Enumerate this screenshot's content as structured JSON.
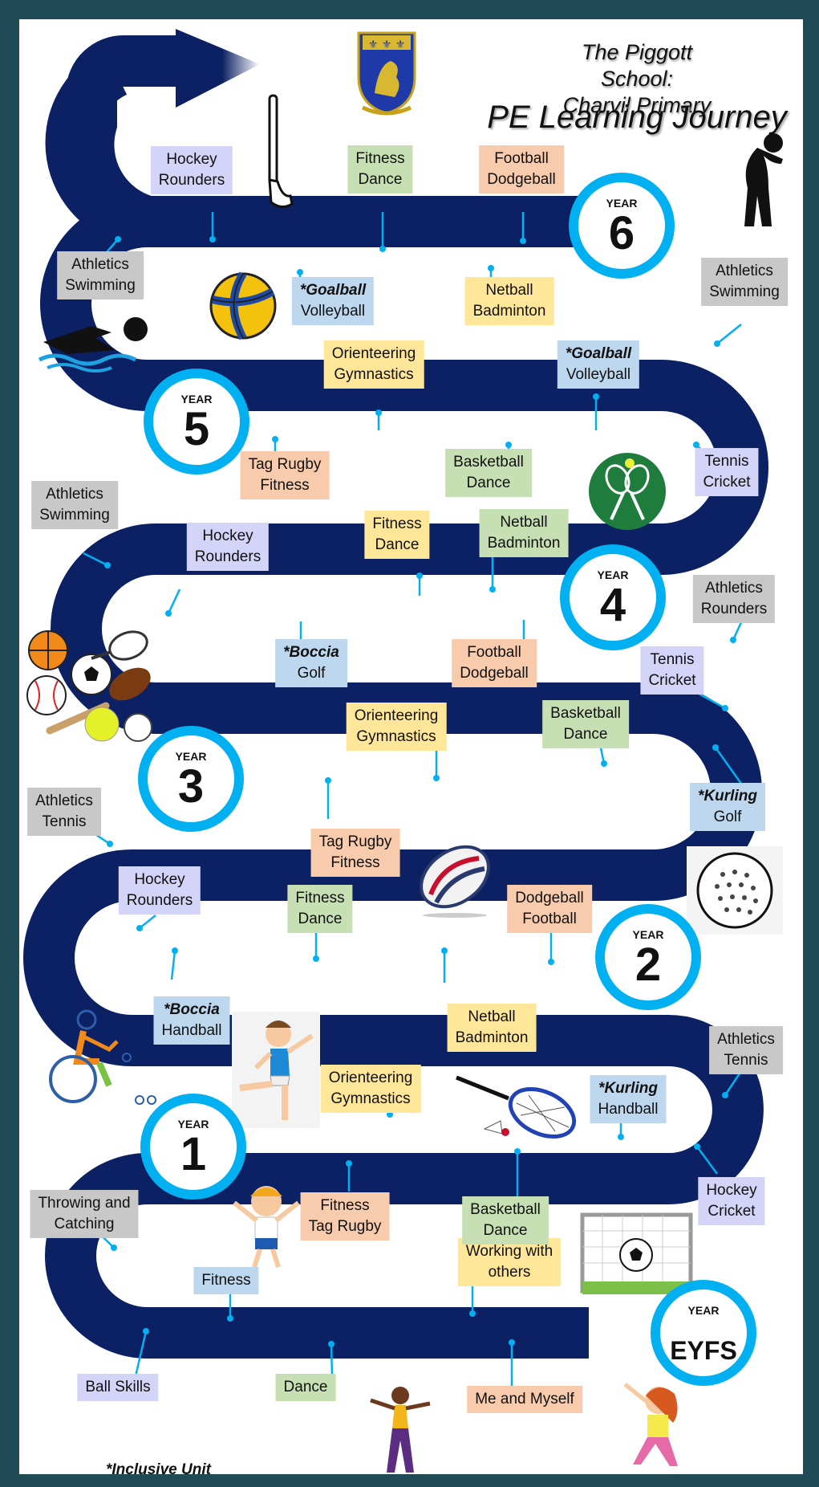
{
  "title": {
    "line1": "The Piggott School:",
    "line2": "Charvil Primary",
    "main": "PE Learning Journey"
  },
  "footnote": "*Inclusive Unit",
  "colors": {
    "road": "#0c2163",
    "badge_ring": "#00b0f0",
    "connector": "#00b0f0",
    "frame": "#1f4b57"
  },
  "badges": {
    "eyfs": {
      "label": "YEAR",
      "value": "EYFS"
    },
    "y1": {
      "label": "YEAR",
      "value": "1"
    },
    "y2": {
      "label": "YEAR",
      "value": "2"
    },
    "y3": {
      "label": "YEAR",
      "value": "3"
    },
    "y4": {
      "label": "YEAR",
      "value": "4"
    },
    "y5": {
      "label": "YEAR",
      "value": "5"
    },
    "y6": {
      "label": "YEAR",
      "value": "6"
    }
  },
  "units": {
    "eyfs": [
      {
        "l1": "Ball Skills",
        "l2": ""
      },
      {
        "l1": "Dance",
        "l2": ""
      },
      {
        "l1": "Me and Myself",
        "l2": ""
      },
      {
        "l1": "Working with",
        "l2": "others"
      },
      {
        "l1": "Basketball",
        "l2": "Dance"
      },
      {
        "l1": "Fitness",
        "l2": "Tag Rugby"
      },
      {
        "l1": "Fitness",
        "l2": ""
      },
      {
        "l1": "Throwing and",
        "l2": "Catching"
      }
    ],
    "y1": [
      {
        "l1": "Orienteering",
        "l2": "Gymnastics"
      },
      {
        "l1": "Netball",
        "l2": "Badminton"
      },
      {
        "l1": "*Kurling",
        "l2": "Handball"
      },
      {
        "l1": "Hockey",
        "l2": "Cricket"
      },
      {
        "l1": "Athletics",
        "l2": "Tennis"
      },
      {
        "l1": "*Boccia",
        "l2": "Handball"
      }
    ],
    "y2": [
      {
        "l1": "Dodgeball",
        "l2": "Football"
      },
      {
        "l1": "Fitness",
        "l2": "Dance"
      },
      {
        "l1": "Tag Rugby",
        "l2": "Fitness"
      },
      {
        "l1": "Hockey",
        "l2": "Rounders"
      },
      {
        "l1": "Athletics",
        "l2": "Tennis"
      },
      {
        "l1": "*Kurling",
        "l2": "Golf"
      }
    ],
    "y3": [
      {
        "l1": "Orienteering",
        "l2": "Gymnastics"
      },
      {
        "l1": "Basketball",
        "l2": "Dance"
      },
      {
        "l1": "Tennis",
        "l2": "Cricket"
      },
      {
        "l1": "Athletics",
        "l2": "Rounders"
      },
      {
        "l1": "Football",
        "l2": "Dodgeball"
      },
      {
        "l1": "*Boccia",
        "l2": "Golf"
      }
    ],
    "y4": [
      {
        "l1": "Netball",
        "l2": "Badminton"
      },
      {
        "l1": "Fitness",
        "l2": "Dance"
      },
      {
        "l1": "Hockey",
        "l2": "Rounders"
      },
      {
        "l1": "Athletics",
        "l2": "Swimming"
      },
      {
        "l1": "Tag Rugby",
        "l2": "Fitness"
      },
      {
        "l1": "Basketball",
        "l2": "Dance"
      },
      {
        "l1": "Tennis",
        "l2": "Cricket"
      }
    ],
    "y5": [
      {
        "l1": "Orienteering",
        "l2": "Gymnastics"
      },
      {
        "l1": "*Goalball",
        "l2": "Volleyball"
      },
      {
        "l1": "Athletics",
        "l2": "Swimming"
      },
      {
        "l1": "Netball",
        "l2": "Badminton"
      },
      {
        "l1": "*Goalball",
        "l2": "Volleyball"
      }
    ],
    "y6": [
      {
        "l1": "Football",
        "l2": "Dodgeball"
      },
      {
        "l1": "Fitness",
        "l2": "Dance"
      },
      {
        "l1": "Hockey",
        "l2": "Rounders"
      },
      {
        "l1": "Athletics",
        "l2": "Swimming"
      }
    ]
  },
  "icons": {
    "crest": "school-crest-icon",
    "hockey_stick": "hockey-stick-icon",
    "stretch": "stretching-person-icon",
    "swimmer": "swimmer-icon",
    "volleyball": "volleyball-icon",
    "tennis": "tennis-rackets-icon",
    "sports_balls": "sports-balls-icon",
    "rugby": "rugby-ball-icon",
    "golf": "golf-ball-icon",
    "boccia": "boccia-player-icon",
    "gymnast": "gymnast-boy-icon",
    "badminton": "badminton-racket-icon",
    "jumping_child": "jumping-child-icon",
    "goal": "football-goal-icon",
    "dancer": "dancer-icon",
    "stretching_girl": "stretching-girl-icon"
  }
}
